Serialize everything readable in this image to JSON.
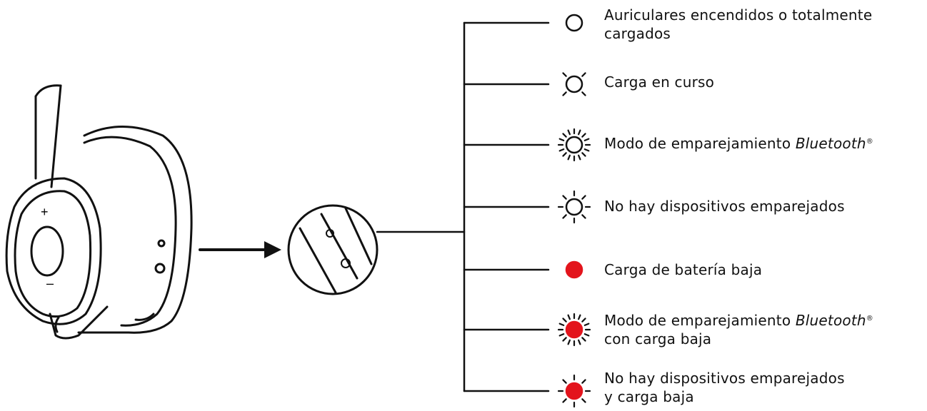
{
  "diagram": {
    "headset": {
      "plus_symbol": "+",
      "minus_symbol": "–"
    },
    "led_legend": [
      {
        "lines": [
          "Auriculares encendidos o totalmente",
          "cargados"
        ],
        "icon": "led-solid-white",
        "color": "#ffffff"
      },
      {
        "lines": [
          "Carga en curso"
        ],
        "icon": "led-pulsing-white",
        "color": "#ffffff"
      },
      {
        "lines": [
          "Modo de emparejamiento ",
          "Bluetooth",
          "®"
        ],
        "icon": "led-fast-blink-white",
        "color": "#ffffff"
      },
      {
        "lines": [
          "No hay dispositivos emparejados"
        ],
        "icon": "led-slow-blink-white",
        "color": "#ffffff"
      },
      {
        "lines": [
          "Carga de batería baja"
        ],
        "icon": "led-solid-red",
        "color": "#e3141c"
      },
      {
        "lines": [
          "Modo de emparejamiento ",
          "Bluetooth",
          "®",
          "con carga baja"
        ],
        "icon": "led-fast-blink-red",
        "color": "#e3141c"
      },
      {
        "lines": [
          "No hay dispositivos emparejados",
          "y carga baja"
        ],
        "icon": "led-slow-blink-red",
        "color": "#e3141c"
      }
    ]
  }
}
